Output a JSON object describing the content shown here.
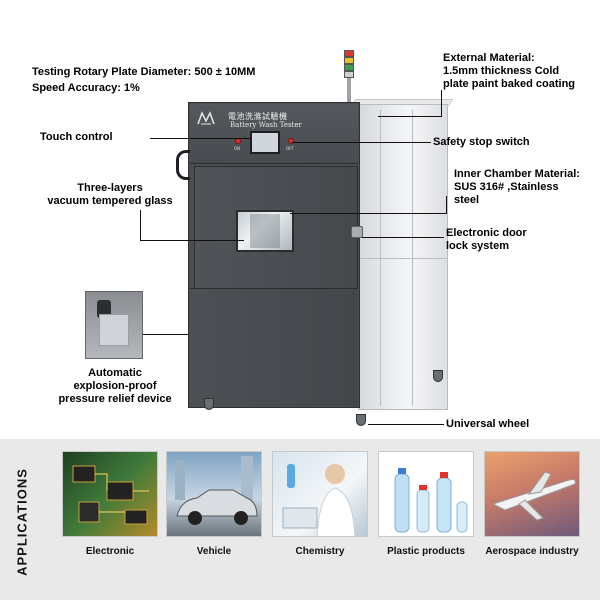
{
  "machine": {
    "brand_name": "電池洗滌試驗機",
    "brand_subtitle": "Battery Wash Tester"
  },
  "callouts": {
    "rotary": "Testing Rotary Plate Diameter: 500 ± 10MM",
    "speed": "Speed Accuracy: 1%",
    "external": "External Material:\n1.5mm thickness Cold\nplate paint baked coating",
    "touch": "Touch control",
    "safety": "Safety stop switch",
    "glass": "Three-layers\nvacuum tempered glass",
    "inner": "Inner Chamber Material:\nSUS 316# ,Stainless\nsteel",
    "lock": "Electronic door\nlock system",
    "explosion": "Automatic\nexplosion-proof\npressure relief device",
    "wheel": "Universal wheel"
  },
  "applications": {
    "title": "APPLICATIONS",
    "items": [
      {
        "label": "Electronic"
      },
      {
        "label": "Vehicle"
      },
      {
        "label": "Chemistry"
      },
      {
        "label": "Plastic products"
      },
      {
        "label": "Aerospace industry"
      }
    ]
  },
  "colors": {
    "cabinet_front": "#4a4d52",
    "cabinet_side": "#e8eaec",
    "apps_bg": "#e9e9e9"
  }
}
